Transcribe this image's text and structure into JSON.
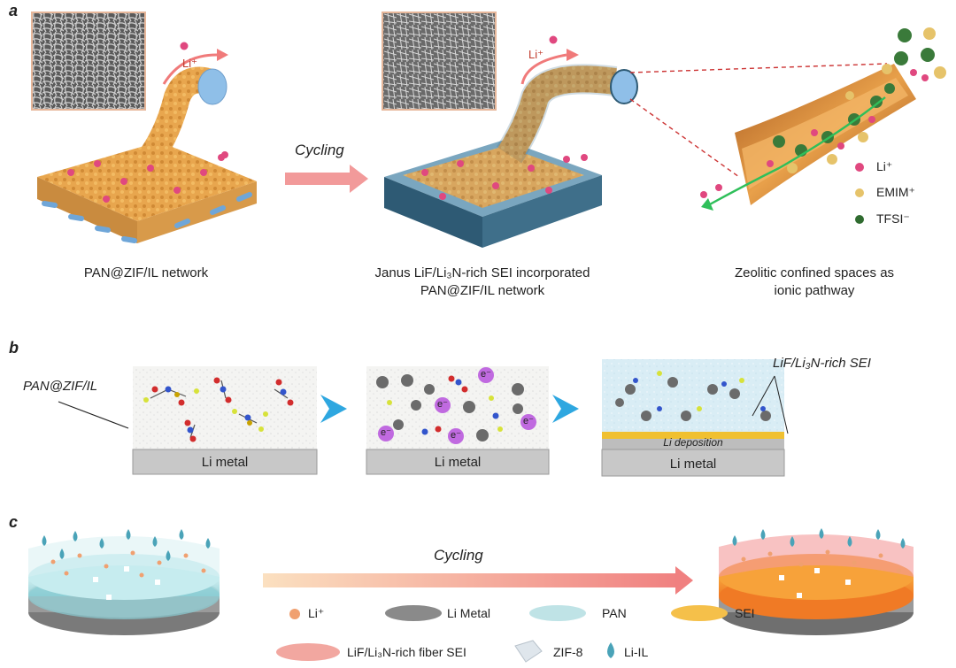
{
  "panels": {
    "a": "a",
    "b": "b",
    "c": "c"
  },
  "panel_a": {
    "cycling": "Cycling",
    "li_arrow_1": "Li⁺",
    "li_arrow_2": "Li⁺",
    "caption_left": "PAN@ZIF/IL network",
    "caption_mid_1": "Janus LiF/Li₃N-rich SEI incorporated",
    "caption_mid_2": "PAN@ZIF/IL network",
    "caption_right_1": "Zeolitic confined spaces as",
    "caption_right_2": "ionic pathway",
    "legend": [
      {
        "label": "Li⁺",
        "color": "#e0487f"
      },
      {
        "label": "EMIM⁺",
        "color": "#e6c36a"
      },
      {
        "label": "TFSI⁻",
        "color": "#2f6b2f"
      }
    ]
  },
  "panel_b": {
    "left_label": "PAN@ZIF/IL",
    "right_label": "LiF/Li₃N-rich SEI",
    "metal_label": "Li metal",
    "deposition": "Li deposition",
    "electron": "e⁻"
  },
  "panel_c": {
    "cycling": "Cycling",
    "legend": [
      {
        "label": "Li⁺",
        "icon": "sphere-icon",
        "color": "#f0a070"
      },
      {
        "label": "Li Metal",
        "icon": "disc-icon",
        "color": "#8a8a8a"
      },
      {
        "label": "PAN",
        "icon": "disc-icon",
        "color": "#bfe3e6"
      },
      {
        "label": "SEI",
        "icon": "disc-icon",
        "color": "#f5c04a"
      },
      {
        "label": "LiF/Li₃N-rich fiber SEI",
        "icon": "disc-icon",
        "color": "#f2a7a0"
      },
      {
        "label": "ZIF-8",
        "icon": "crystal-icon",
        "color": "#dfe6ec"
      },
      {
        "label": "Li-IL",
        "icon": "droplet-icon",
        "color": "#4aa3b8"
      }
    ]
  }
}
